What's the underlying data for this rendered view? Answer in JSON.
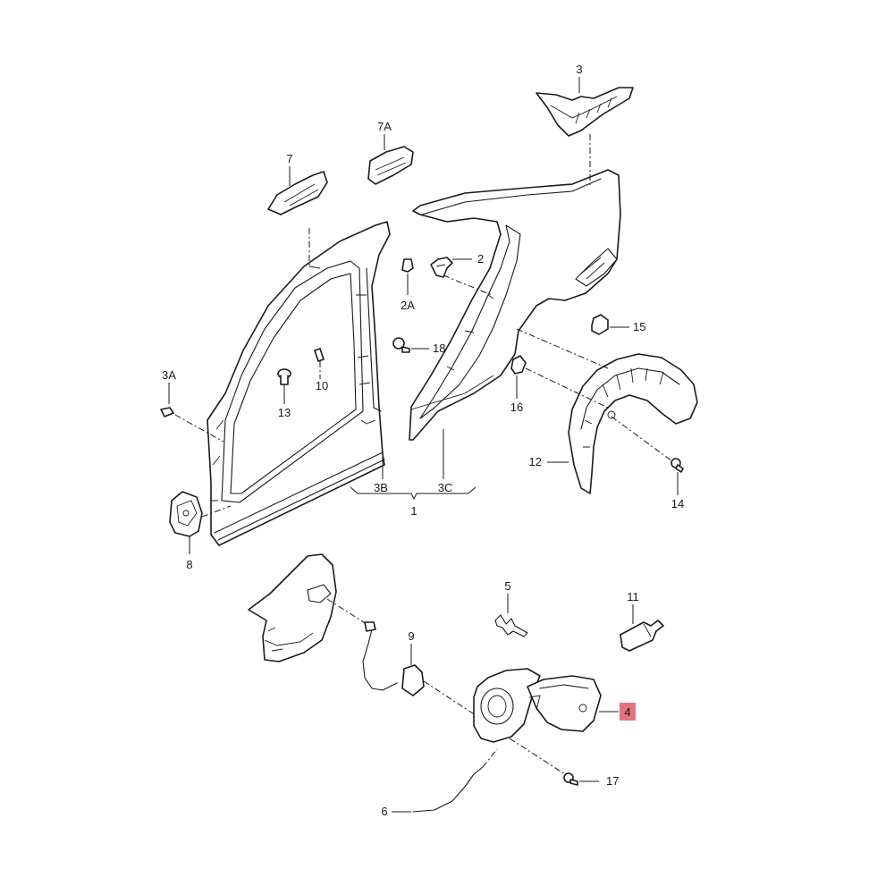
{
  "labels": {
    "l1": "1",
    "l2": "2",
    "l2a": "2A",
    "l3": "3",
    "l3a": "3A",
    "l3b": "3B",
    "l3c": "3C",
    "l4": "4",
    "l5": "5",
    "l6": "6",
    "l7": "7",
    "l7a": "7A",
    "l8": "8",
    "l9": "9",
    "l10": "10",
    "l11": "11",
    "l12": "12",
    "l13": "13",
    "l14": "14",
    "l15": "15",
    "l16": "16",
    "l17": "17",
    "l18": "18"
  },
  "highlight": {
    "label": "4",
    "color": "#e2737f"
  }
}
